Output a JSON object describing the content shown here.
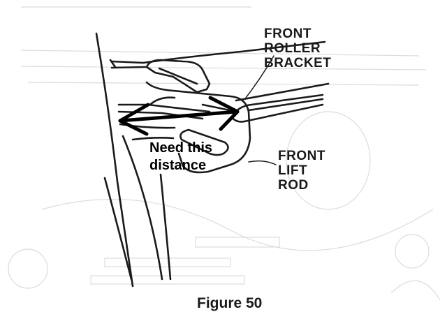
{
  "labels": {
    "front_roller_bracket": [
      "FRONT",
      "ROLLER",
      "BRACKET"
    ],
    "front_lift_rod": [
      "FRONT",
      "LIFT",
      "ROD"
    ]
  },
  "annotation": {
    "lines": [
      "Need this",
      "distance"
    ],
    "arrow_style": "double-headed",
    "arrow_color": "#000000"
  },
  "caption": "Figure 50",
  "colors": {
    "line_art": "#1a1a1a",
    "ghost_bleed": "#d9d9d9",
    "background": "#ffffff"
  }
}
